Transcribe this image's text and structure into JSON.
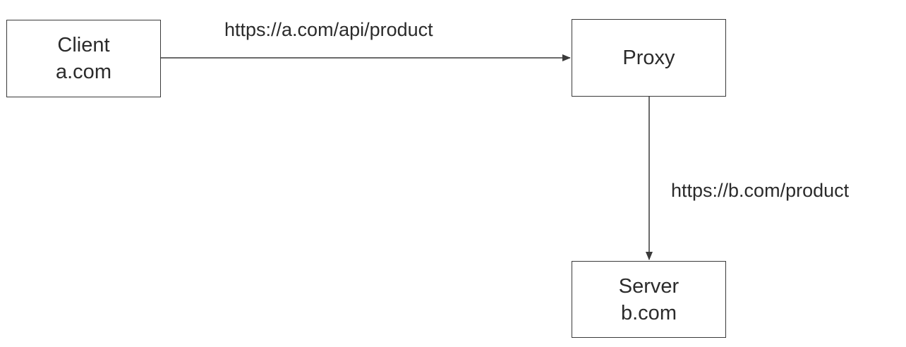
{
  "nodes": {
    "client": {
      "line1": "Client",
      "line2": "a.com"
    },
    "proxy": {
      "line1": "Proxy"
    },
    "server": {
      "line1": "Server",
      "line2": "b.com"
    }
  },
  "edges": {
    "client_to_proxy": {
      "label": "https://a.com/api/product"
    },
    "proxy_to_server": {
      "label": "https://b.com/product"
    }
  },
  "colors": {
    "line": "#3a3a3a",
    "text": "#2b2b2b",
    "background": "#ffffff"
  }
}
